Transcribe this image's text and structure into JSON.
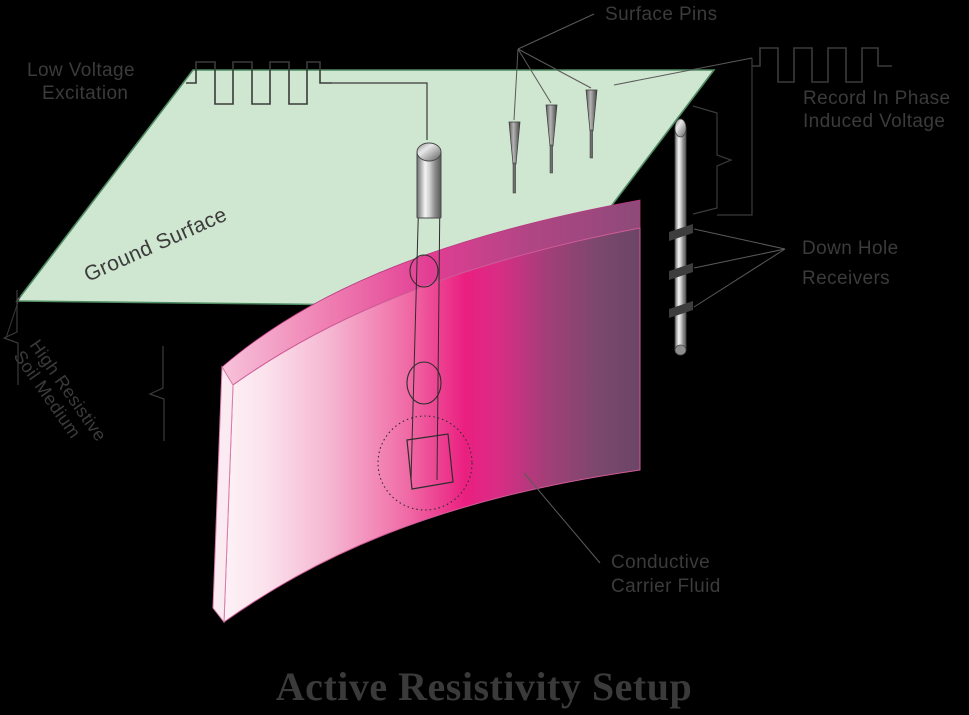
{
  "figure": {
    "title": "Active Resistivity Setup",
    "background_color": "#000000"
  },
  "labels": {
    "low_voltage_excitation_line1": "Low Voltage",
    "low_voltage_excitation_line2": "Excitation",
    "surface_pins": "Surface Pins",
    "record_in_phase_line1": "Record In Phase",
    "record_in_phase_line2": "Induced Voltage",
    "down_hole_line1": "Down Hole",
    "down_hole_line2": "Receivers",
    "ground_surface": "Ground Surface",
    "high_resistive_line1": "High Resistive",
    "high_resistive_line2": "Soil Medium",
    "conductive_fluid_line1": "Conductive",
    "conductive_fluid_line2": "Carrier Fluid"
  },
  "colors": {
    "ground_surface_fill": "#cfe6d0",
    "ground_surface_stroke": "#4f8c63",
    "plume_light": "#fdf0f5",
    "plume_pink": "#f49cc0",
    "plume_magenta": "#ec2a86",
    "plume_purple": "#6e4566",
    "plume_top_face": "#d94b9a",
    "metal_light": "#f2f2f2",
    "metal_mid": "#9a9a9a",
    "metal_dark": "#4a4a4a",
    "receiver_band": "#3d3d3d",
    "text": "#3b3b3b",
    "title_text": "#3a3a3a"
  },
  "elements": {
    "excitation_waveform_cycles": 4,
    "recorded_waveform_cycles": 4,
    "surface_pin_count": 3,
    "down_hole_receiver_count": 3,
    "injection_valve_count": 2,
    "injection_screen_shape": "square",
    "injection_radius_indicator": "dotted-circle"
  }
}
